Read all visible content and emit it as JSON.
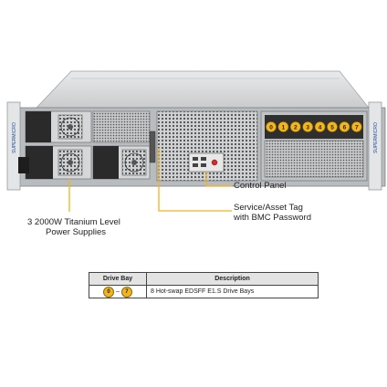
{
  "brand_vertical": "SUPERMICRO",
  "bay_numbers": [
    "0",
    "1",
    "2",
    "3",
    "4",
    "5",
    "6",
    "7"
  ],
  "callouts": {
    "control_panel": "Control Panel",
    "service_tag_line1": "Service/Asset Tag",
    "service_tag_line2": "with BMC Password",
    "psu_line1": "3 2000W Titanium Level",
    "psu_line2": "Power Supplies"
  },
  "legend": {
    "headers": [
      "Drive Bay",
      "Description"
    ],
    "rows": [
      {
        "bay_from": "0",
        "bay_sep": "–",
        "bay_to": "7",
        "description": "8 Hot-swap  EDSFF  E1.S Drive  Bays"
      }
    ]
  },
  "colors": {
    "accent_yellow": "#f2b51e",
    "callout_line": "#f2b51e",
    "chassis_gray": "#b9bcbf",
    "panel_dark": "#2b2b2b"
  }
}
